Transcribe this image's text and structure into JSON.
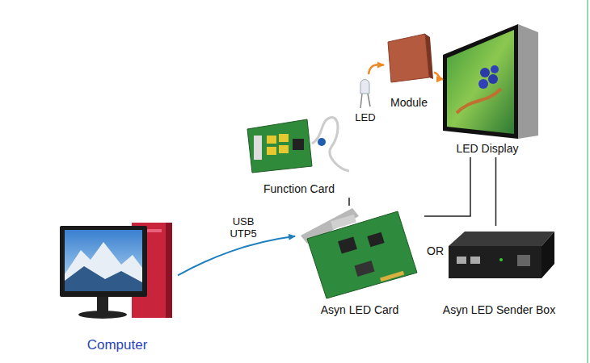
{
  "diagram": {
    "nodes": [
      {
        "text": [
          "LED"
        ]
      },
      {
        "text": [
          "Module"
        ]
      },
      {
        "text": [
          "LED Display"
        ]
      },
      {
        "text": [
          "Function Card"
        ]
      },
      {
        "text": [
          "Computer"
        ]
      },
      {
        "text": [
          "Asyn LED Card"
        ]
      },
      {
        "text": [
          "Asyn LED Sender Box"
        ]
      }
    ],
    "edges": [
      {
        "from": 0,
        "to": 1,
        "arrow": "to"
      },
      {
        "from": 1,
        "to": 2,
        "arrow": "to"
      },
      {
        "from": 4,
        "to": 5,
        "label": "USB UTP5",
        "arrow": "to"
      },
      {
        "from": 3,
        "to": 5,
        "arrow": "none"
      },
      {
        "from": 5,
        "to": 2,
        "arrow": "none"
      },
      {
        "from": 6,
        "to": 2,
        "arrow": "none"
      }
    ],
    "labels": [
      "OR"
    ]
  }
}
